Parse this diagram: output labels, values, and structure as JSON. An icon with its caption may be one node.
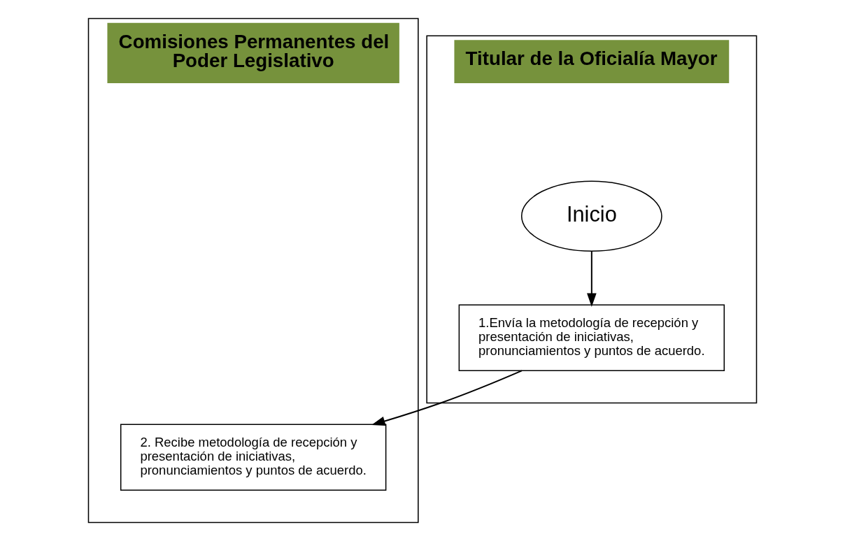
{
  "diagram": {
    "nodes": [
      {
        "text": [
          "Titular de la Oficialía Mayor"
        ]
      },
      {
        "text": [
          "Comisiones Permanentes del Poder Legislativo"
        ]
      },
      {
        "text": [
          "Inicio"
        ],
        "in": 0
      },
      {
        "text": [
          "1.Envía la metodología de recepción y presentación de iniciativas, pronunciamientos y puntos de acuerdo."
        ],
        "in": 0
      },
      {
        "text": [
          "2. Recibe metodología de recepción y presentación de iniciativas, pronunciamientos y puntos de acuerdo."
        ],
        "in": 1
      }
    ],
    "edges": [
      {
        "from": 2,
        "to": 3,
        "arrow": "to"
      },
      {
        "from": 3,
        "to": 4,
        "arrow": "to"
      }
    ]
  }
}
